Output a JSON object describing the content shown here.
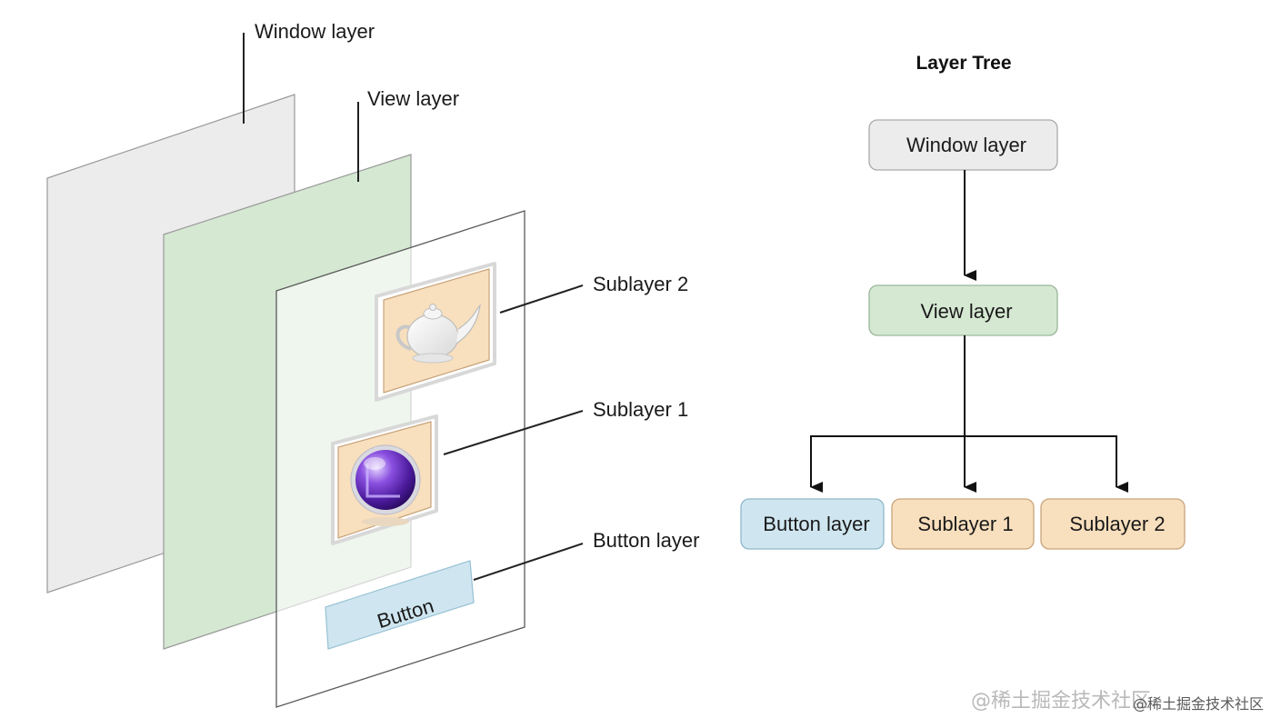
{
  "exploded_view": {
    "window_layer_label": "Window layer",
    "view_layer_label": "View layer",
    "sublayer2_label": "Sublayer 2",
    "sublayer1_label": "Sublayer 1",
    "button_layer_label": "Button layer",
    "button_text": "Button"
  },
  "layer_tree": {
    "title": "Layer Tree",
    "root": "Window layer",
    "child": "View layer",
    "leaves": [
      "Button layer",
      "Sublayer 1",
      "Sublayer 2"
    ]
  },
  "colors": {
    "window_fill": "#ececed",
    "view_fill": "#d5e8d2",
    "button_fill": "#cfe6f0",
    "sublayer_fill": "#f8dfbd",
    "stroke": "#8a8a8a"
  },
  "icons": {
    "sublayer2": "teapot-icon",
    "sublayer1": "purple-sphere-icon"
  },
  "watermark": {
    "faint": "@稀土掘金技术社区",
    "small": "@稀土掘金技术社区"
  }
}
